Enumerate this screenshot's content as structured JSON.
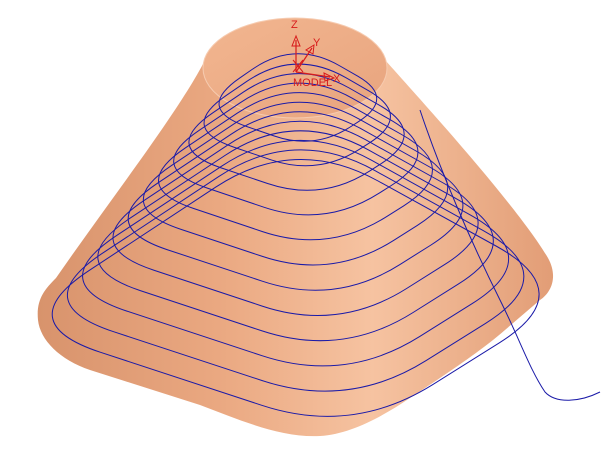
{
  "viewport": {
    "background": "#ffffff"
  },
  "model": {
    "shape": "frustum-rounded-square-base",
    "color_side": "#e9a57f",
    "color_top": "#eeb08c",
    "color_edge": "#f3c6a7"
  },
  "toolpath": {
    "color": "#1a1aa8",
    "contour_count": 12
  },
  "triad": {
    "color": "#d81b1b",
    "z_label": "Z",
    "y_label": "Y",
    "x_label": "X",
    "origin_label": "MODEL"
  }
}
